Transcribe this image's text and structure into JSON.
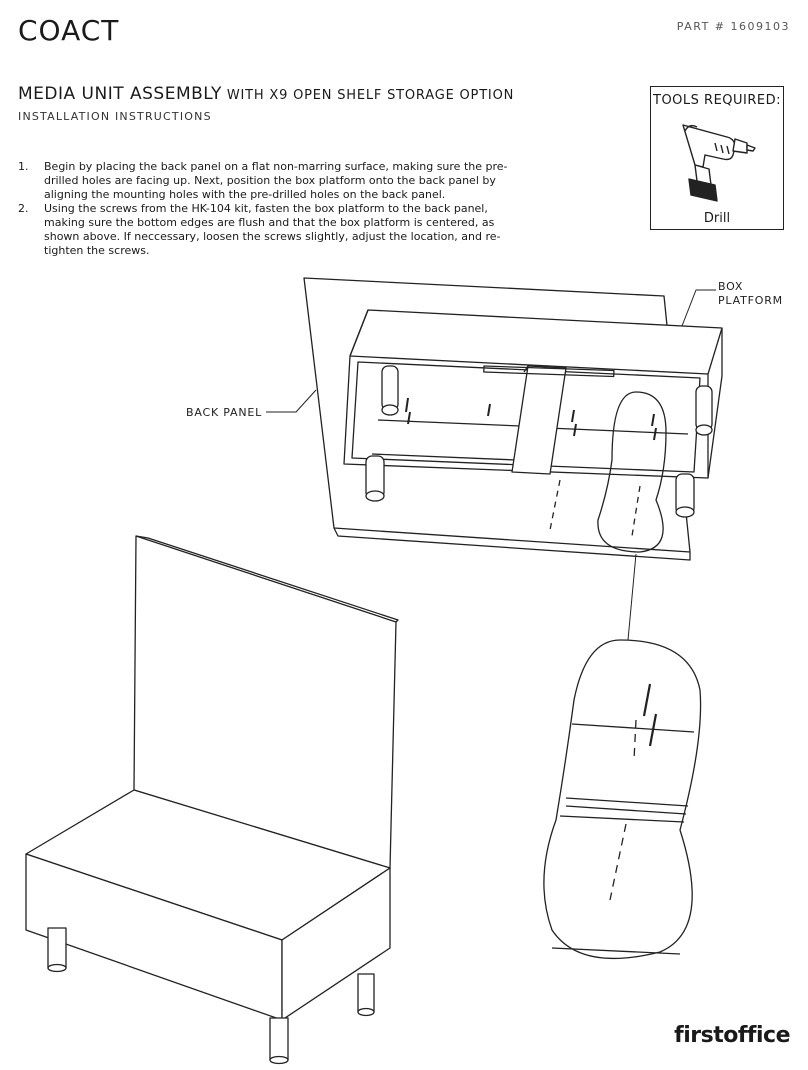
{
  "header": {
    "brand": "COACT",
    "part_number": "PART # 1609103"
  },
  "title": {
    "main": "MEDIA UNIT ASSEMBLY",
    "sub": " WITH X9 OPEN SHELF STORAGE OPTION",
    "subtitle": "INSTALLATION INSTRUCTIONS"
  },
  "steps": [
    {
      "num": "1.",
      "text": "Begin by placing the back panel on a flat non-marring surface, making sure the pre-drilled holes are facing up. Next, position the box platform onto the back panel by aligning the mounting holes with the pre-drilled holes on the back panel."
    },
    {
      "num": "2.",
      "text": "Using the screws from the HK-104 kit, fasten the box platform to the back panel, making sure the bottom edges are flush and that the box platform is centered, as shown above. If neccessary, loosen the screws slightly, adjust the location, and re-tighten the screws."
    }
  ],
  "tools": {
    "heading": "TOOLS REQUIRED:",
    "drill_label": "Drill"
  },
  "labels": {
    "box_platform_1": "BOX",
    "box_platform_2": "PLATFORM",
    "back_panel": "BACK PANEL"
  },
  "footer": {
    "logo": "firstoffice"
  }
}
